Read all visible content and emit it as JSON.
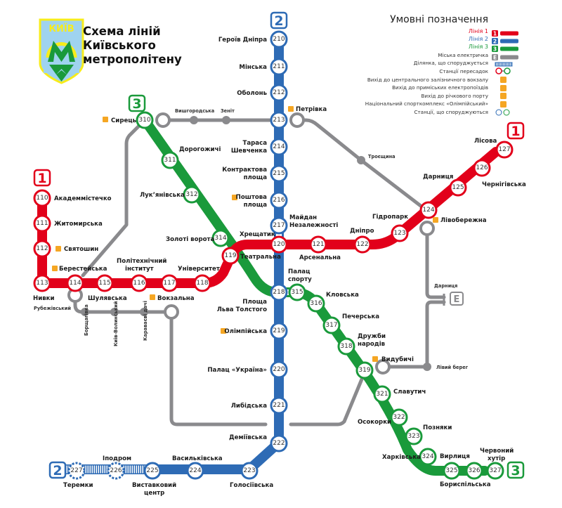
{
  "title": {
    "line1": "Схема ліній",
    "line2": "Київського",
    "line3": "метрополітену"
  },
  "logo": {
    "text": "КИЇВ",
    "letter": "М"
  },
  "colors": {
    "line1": "#e2001a",
    "line2": "#2e6bb5",
    "line3": "#1a9a3b",
    "tram": "#8a8a8d",
    "facility": "#f5a623",
    "logo_blue": "#9fd3ef",
    "logo_yellow": "#f7ec1b",
    "logo_green": "#1a9a3b"
  },
  "legend": {
    "title": "Умовні позначення",
    "items": [
      {
        "label": "Лінія 1",
        "badge": "1",
        "kind": "line1"
      },
      {
        "label": "Лінія 2",
        "badge": "2",
        "kind": "line2"
      },
      {
        "label": "Лінія 3",
        "badge": "3",
        "kind": "line3"
      },
      {
        "label": "Міська електричка",
        "badge": "E",
        "kind": "tram"
      },
      {
        "label": "Ділянка, що споруджується",
        "kind": "construction"
      },
      {
        "label": "Станції пересадок",
        "kind": "transfer"
      },
      {
        "label": "Вихід до центрального залізничного вокзалу",
        "kind": "railway"
      },
      {
        "label": "Вихід до приміських електропоїздів",
        "kind": "suburban"
      },
      {
        "label": "Вихід до річкового порту",
        "kind": "port"
      },
      {
        "label": "Національний спорткомплекс «Олімпійський»",
        "kind": "stadium"
      },
      {
        "label": "Станції, що споруджуються",
        "kind": "future"
      }
    ]
  },
  "line_badges": {
    "line1_west": "1",
    "line1_east": "1",
    "line2_north": "2",
    "line2_south": "2",
    "line3_north": "3",
    "line3_south": "3",
    "tram": "E"
  },
  "line1": {
    "name": "Лінія 1",
    "stations": [
      {
        "num": "110",
        "name": "Академмістечко"
      },
      {
        "num": "111",
        "name": "Житомирська"
      },
      {
        "num": "112",
        "name": "Святошин"
      },
      {
        "num": "113",
        "name": "Нивки"
      },
      {
        "num": "114",
        "name": "Берестейська"
      },
      {
        "num": "115",
        "name": "Шулявська"
      },
      {
        "num": "116",
        "name": "Політехнічний інститут"
      },
      {
        "num": "117",
        "name": "Вокзальна"
      },
      {
        "num": "118",
        "name": "Університет"
      },
      {
        "num": "119",
        "name": "Театральна"
      },
      {
        "num": "120",
        "name": "Хрещатик"
      },
      {
        "num": "121",
        "name": "Арсенальна"
      },
      {
        "num": "122",
        "name": "Дніпро"
      },
      {
        "num": "123",
        "name": "Гідропарк"
      },
      {
        "num": "124",
        "name": "Лівобережна"
      },
      {
        "num": "125",
        "name": "Дарниця"
      },
      {
        "num": "126",
        "name": "Чернігівська"
      },
      {
        "num": "127",
        "name": "Лісова"
      }
    ]
  },
  "line2": {
    "name": "Лінія 2",
    "stations": [
      {
        "num": "210",
        "name": "Героїв Дніпра"
      },
      {
        "num": "211",
        "name": "Мінська"
      },
      {
        "num": "212",
        "name": "Оболонь"
      },
      {
        "num": "213",
        "name": "Петрівка"
      },
      {
        "num": "214",
        "name": "Тараса Шевченка"
      },
      {
        "num": "215",
        "name": "Контрактова площа"
      },
      {
        "num": "216",
        "name": "Поштова площа"
      },
      {
        "num": "217",
        "name": "Майдан Незалежності"
      },
      {
        "num": "218",
        "name": "Площа Льва Толстого"
      },
      {
        "num": "219",
        "name": "Олімпійська"
      },
      {
        "num": "220",
        "name": "Палац «Україна»"
      },
      {
        "num": "221",
        "name": "Либідська"
      },
      {
        "num": "222",
        "name": "Деміївська"
      },
      {
        "num": "223",
        "name": "Голосіївська"
      },
      {
        "num": "224",
        "name": "Васильківська"
      },
      {
        "num": "225",
        "name": "Виставковий центр"
      },
      {
        "num": "226",
        "name": "Іподром",
        "under_construction": true
      },
      {
        "num": "227",
        "name": "Теремки",
        "under_construction": true
      }
    ]
  },
  "line3": {
    "name": "Лінія 3",
    "stations": [
      {
        "num": "310",
        "name": "Сирець"
      },
      {
        "num": "311",
        "name": "Дорогожичі"
      },
      {
        "num": "312",
        "name": "Лук’янівська"
      },
      {
        "num": "314",
        "name": "Золоті ворота"
      },
      {
        "num": "315",
        "name": "Палац спорту"
      },
      {
        "num": "316",
        "name": "Кловська"
      },
      {
        "num": "317",
        "name": "Печерська"
      },
      {
        "num": "318",
        "name": "Дружби народів"
      },
      {
        "num": "319",
        "name": "Видубичі"
      },
      {
        "num": "321",
        "name": "Славутич"
      },
      {
        "num": "322",
        "name": "Осокорки"
      },
      {
        "num": "323",
        "name": "Позняки"
      },
      {
        "num": "324",
        "name": "Харківська"
      },
      {
        "num": "325",
        "name": "Бориспільська"
      },
      {
        "num": "326",
        "name": "Вирлиця"
      },
      {
        "num": "327",
        "name": "Червоний хутір"
      }
    ]
  },
  "tram": {
    "name": "Міська електричка",
    "stations": [
      "Вишгородська",
      "Зеніт",
      "Троєщина",
      "Дарниця",
      "Лівий берег",
      "Рубежівський",
      "Борщагівка",
      "Київ-Волинський",
      "Караваєві дачі"
    ]
  }
}
